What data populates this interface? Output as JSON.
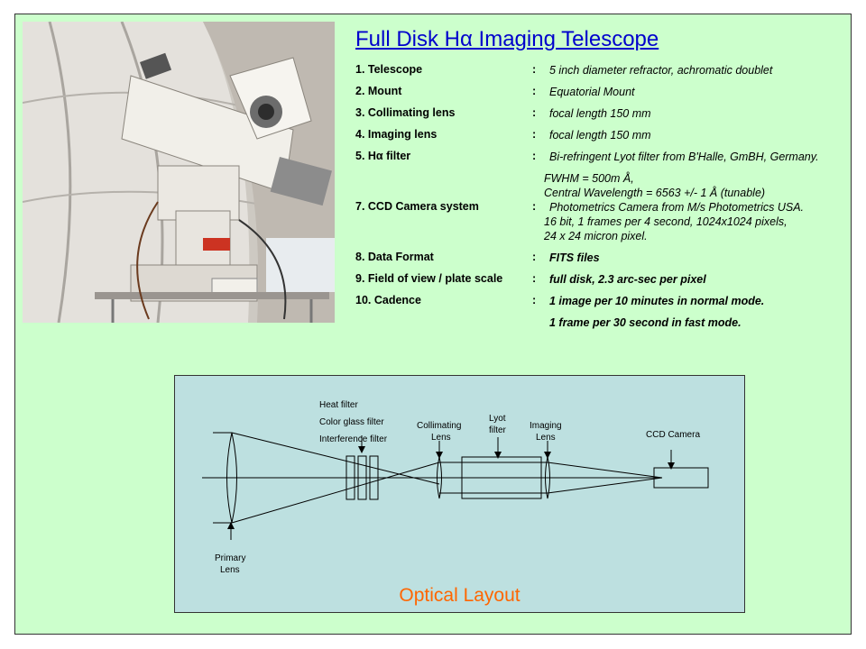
{
  "title": "Full Disk Hα Imaging Telescope",
  "specs": [
    {
      "label": "1. Telescope",
      "sep": ":",
      "lines": [
        "5 inch diameter refractor, achromatic doublet"
      ],
      "bold": false
    },
    {
      "label": "2. Mount",
      "sep": ":",
      "lines": [
        "Equatorial Mount"
      ],
      "bold": false
    },
    {
      "label": "3. Collimating lens",
      "sep": ":",
      "lines": [
        "focal length  150 mm"
      ],
      "bold": false
    },
    {
      "label": "4. Imaging lens",
      "sep": ":",
      "lines": [
        "focal length  150 mm"
      ],
      "bold": false
    },
    {
      "label": "5. Hα filter",
      "sep": ":",
      "lines": [
        "Bi-refringent Lyot filter from B'Halle, GmBH, Germany."
      ],
      "bold": false
    },
    {
      "label": "",
      "sep": "",
      "lines": [
        "FWHM = 500m Å,",
        "Central Wavelength  =  6563  +/-  1 Å    (tunable)"
      ],
      "bold": false
    },
    {
      "label": "7. CCD Camera system",
      "sep": ":",
      "lines": [
        "Photometrics Camera from M/s Photometrics USA.",
        "16 bit, 1 frames per 4 second, 1024x1024 pixels,",
        "24 x 24 micron pixel."
      ],
      "bold": false
    },
    {
      "label": "8. Data  Format",
      "sep": ":",
      "lines": [
        "FITS  files"
      ],
      "bold": true
    },
    {
      "label": "9. Field of view / plate  scale",
      "sep": ":",
      "lines": [
        "full disk, 2.3 arc-sec per pixel"
      ],
      "bold": true
    },
    {
      "label": "10. Cadence",
      "sep": ":",
      "lines": [
        "1 image per 10 minutes in normal mode."
      ],
      "bold": true
    },
    {
      "label": "",
      "sep": "",
      "lines": [
        "1 frame per 30 second in fast mode."
      ],
      "bold": true
    }
  ],
  "diagram": {
    "labels": {
      "heat_filter": "Heat filter",
      "color_glass_filter": "Color glass filter",
      "interference_filter": "Interference filter",
      "collimating_lens_1": "Collimating",
      "collimating_lens_2": "Lens",
      "lyot_filter_1": "Lyot",
      "lyot_filter_2": "filter",
      "imaging_lens_1": "Imaging",
      "imaging_lens_2": "Lens",
      "ccd_camera": "CCD Camera",
      "primary_lens_1": "Primary",
      "primary_lens_2": "Lens"
    },
    "title": "Optical Layout"
  },
  "colors": {
    "background": "#ccffcc",
    "diagram_background": "#bde0e0",
    "title": "#0000cc",
    "diagram_title": "#ff6600"
  }
}
